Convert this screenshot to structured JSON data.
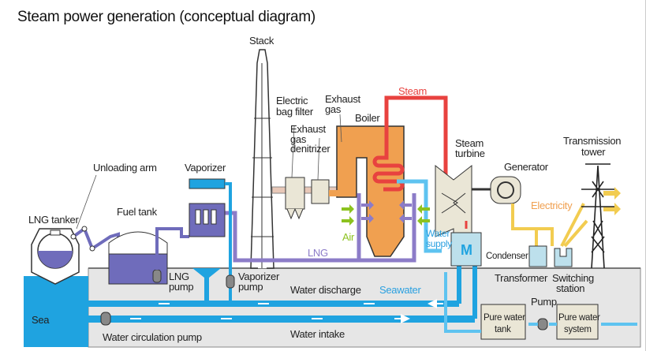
{
  "title": "Steam power generation (conceptual diagram)",
  "labels": {
    "stack": "Stack",
    "electric_bag_filter_1": "Electric",
    "electric_bag_filter_2": "bag filter",
    "exhaust_gas_1": "Exhaust",
    "exhaust_gas_2": "gas",
    "exhaust_denitrizer_1": "Exhaust",
    "exhaust_denitrizer_2": "gas",
    "exhaust_denitrizer_3": "denitrizer",
    "boiler": "Boiler",
    "steam": "Steam",
    "steam_turbine_1": "Steam",
    "steam_turbine_2": "turbine",
    "generator": "Generator",
    "transmission_tower_1": "Transmission",
    "transmission_tower_2": "tower",
    "electricity": "Electricity",
    "unloading_arm": "Unloading arm",
    "vaporizer": "Vaporizer",
    "lng_tanker": "LNG tanker",
    "fuel_tank": "Fuel tank",
    "air": "Air",
    "lng": "LNG",
    "water_supply_1": "Water",
    "water_supply_2": "supply",
    "condenser": "Condenser",
    "transformer": "Transformer",
    "switching_station_1": "Switching",
    "switching_station_2": "station",
    "lng_pump_1": "LNG",
    "lng_pump_2": "pump",
    "vaporizer_pump_1": "Vaporizer",
    "vaporizer_pump_2": "pump",
    "water_discharge": "Water discharge",
    "seawater": "Seawater",
    "pump": "Pump",
    "pure_water_tank_1": "Pure water",
    "pure_water_tank_2": "tank",
    "pure_water_system_1": "Pure water",
    "pure_water_system_2": "system",
    "sea": "Sea",
    "water_circulation_pump": "Water circulation pump",
    "water_intake": "Water intake"
  },
  "colors": {
    "steam": "#e8423f",
    "water": "#1fa3e0",
    "light_water": "#5ec3f0",
    "lng": "#8c7cc8",
    "lng_fill": "#6f6cbb",
    "boiler": "#f0a050",
    "electricity": "#f2cc50",
    "air": "#8cc21f",
    "ground": "#e6e6e6",
    "equipment": "#eae6d6"
  }
}
